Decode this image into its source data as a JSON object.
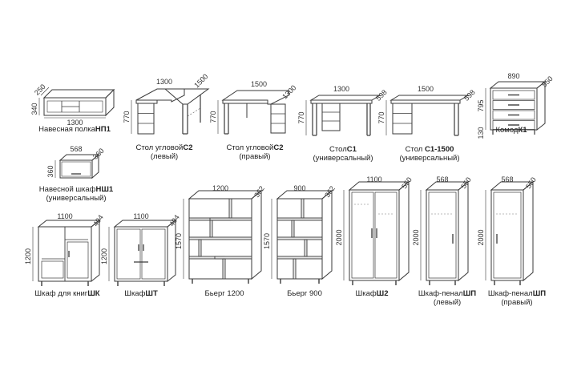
{
  "items": [
    {
      "id": "np1",
      "name": "Навесная полка",
      "code": "НП1",
      "sub": "",
      "dims": [
        "340",
        "250",
        "1300"
      ]
    },
    {
      "id": "c2l",
      "name": "Стол угловой",
      "code": "С2",
      "sub": "(левый)",
      "dims": [
        "1300",
        "1500",
        "770"
      ]
    },
    {
      "id": "c2r",
      "name": "Стол угловой",
      "code": "С2",
      "sub": "(правый)",
      "dims": [
        "1500",
        "1300",
        "770"
      ]
    },
    {
      "id": "c1",
      "name": "Стол",
      "code": "С1",
      "sub": "(универсальный)",
      "dims": [
        "1300",
        "598",
        "770"
      ]
    },
    {
      "id": "c1500",
      "name": "Стол ",
      "code": "С1-1500",
      "sub": "(универсальный)",
      "dims": [
        "1500",
        "598",
        "770"
      ]
    },
    {
      "id": "k1",
      "name": "Комод",
      "code": "К1",
      "sub": "",
      "dims": [
        "890",
        "550",
        "795",
        "130"
      ]
    },
    {
      "id": "nsh1",
      "name": "Навесной шкаф",
      "code": "НШ1",
      "sub": "(универсальный)",
      "dims": [
        "568",
        "360",
        "360"
      ]
    },
    {
      "id": "shk",
      "name": "Шкаф для книг",
      "code": "ШК",
      "sub": "",
      "dims": [
        "1100",
        "404",
        "1200"
      ]
    },
    {
      "id": "sht",
      "name": "Шкаф",
      "code": "ШТ",
      "sub": "",
      "dims": [
        "1100",
        "404",
        "1200"
      ]
    },
    {
      "id": "bjerg1200",
      "name": "Бьерг 1200",
      "code": "",
      "sub": "",
      "dims": [
        "1200",
        "362",
        "1570"
      ]
    },
    {
      "id": "bjerg900",
      "name": "Бьерг 900",
      "code": "",
      "sub": "",
      "dims": [
        "900",
        "362",
        "1570"
      ]
    },
    {
      "id": "sh2",
      "name": "Шкаф",
      "code": "Ш2",
      "sub": "",
      "dims": [
        "1100",
        "550",
        "2000"
      ]
    },
    {
      "id": "shpl",
      "name": "Шкаф-пенал",
      "code": "ШП",
      "sub": "(левый)",
      "dims": [
        "568",
        "550",
        "2000"
      ]
    },
    {
      "id": "shpr",
      "name": "Шкаф-пенал",
      "code": "ШП",
      "sub": "(правый)",
      "dims": [
        "568",
        "550",
        "2000"
      ]
    }
  ]
}
